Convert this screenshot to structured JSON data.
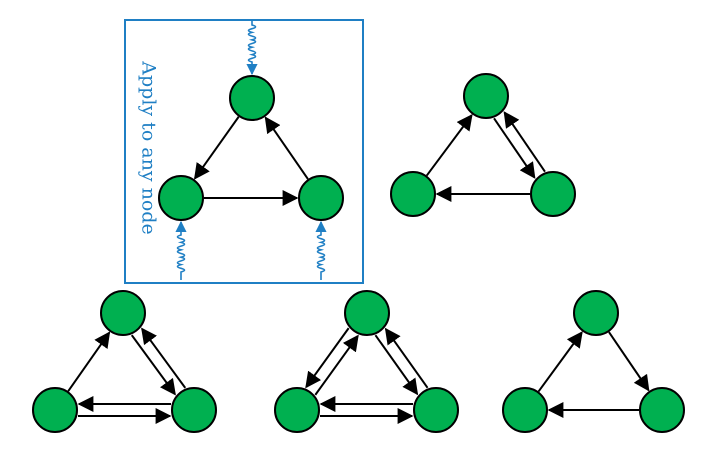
{
  "title": "",
  "colors": {
    "node_fill": "#00b050",
    "node_stroke": "#000000",
    "edge": "#000000",
    "highlight": "#1f7fc4"
  },
  "highlight_box": {
    "label": "Apply to any node",
    "graph": "g1"
  },
  "graphs": [
    {
      "id": "g1",
      "nodes": [
        "top",
        "left",
        "right"
      ],
      "edges": [
        [
          "top",
          "left"
        ],
        [
          "left",
          "right"
        ],
        [
          "right",
          "top"
        ]
      ],
      "inputs": [
        "top",
        "left",
        "right"
      ]
    },
    {
      "id": "g2",
      "nodes": [
        "top",
        "left",
        "right"
      ],
      "edges": [
        [
          "left",
          "top"
        ],
        [
          "top",
          "right"
        ],
        [
          "right",
          "top"
        ],
        [
          "right",
          "left"
        ]
      ],
      "inputs": []
    },
    {
      "id": "g3",
      "nodes": [
        "top",
        "left",
        "right"
      ],
      "edges": [
        [
          "left",
          "top"
        ],
        [
          "top",
          "right"
        ],
        [
          "right",
          "top"
        ],
        [
          "right",
          "left"
        ],
        [
          "left",
          "right"
        ]
      ],
      "inputs": []
    },
    {
      "id": "g4",
      "nodes": [
        "top",
        "left",
        "right"
      ],
      "edges": [
        [
          "left",
          "top"
        ],
        [
          "top",
          "left"
        ],
        [
          "top",
          "right"
        ],
        [
          "right",
          "top"
        ],
        [
          "right",
          "left"
        ],
        [
          "left",
          "right"
        ]
      ],
      "inputs": []
    },
    {
      "id": "g5",
      "nodes": [
        "top",
        "left",
        "right"
      ],
      "edges": [
        [
          "left",
          "top"
        ],
        [
          "top",
          "right"
        ],
        [
          "right",
          "left"
        ]
      ],
      "inputs": []
    }
  ]
}
